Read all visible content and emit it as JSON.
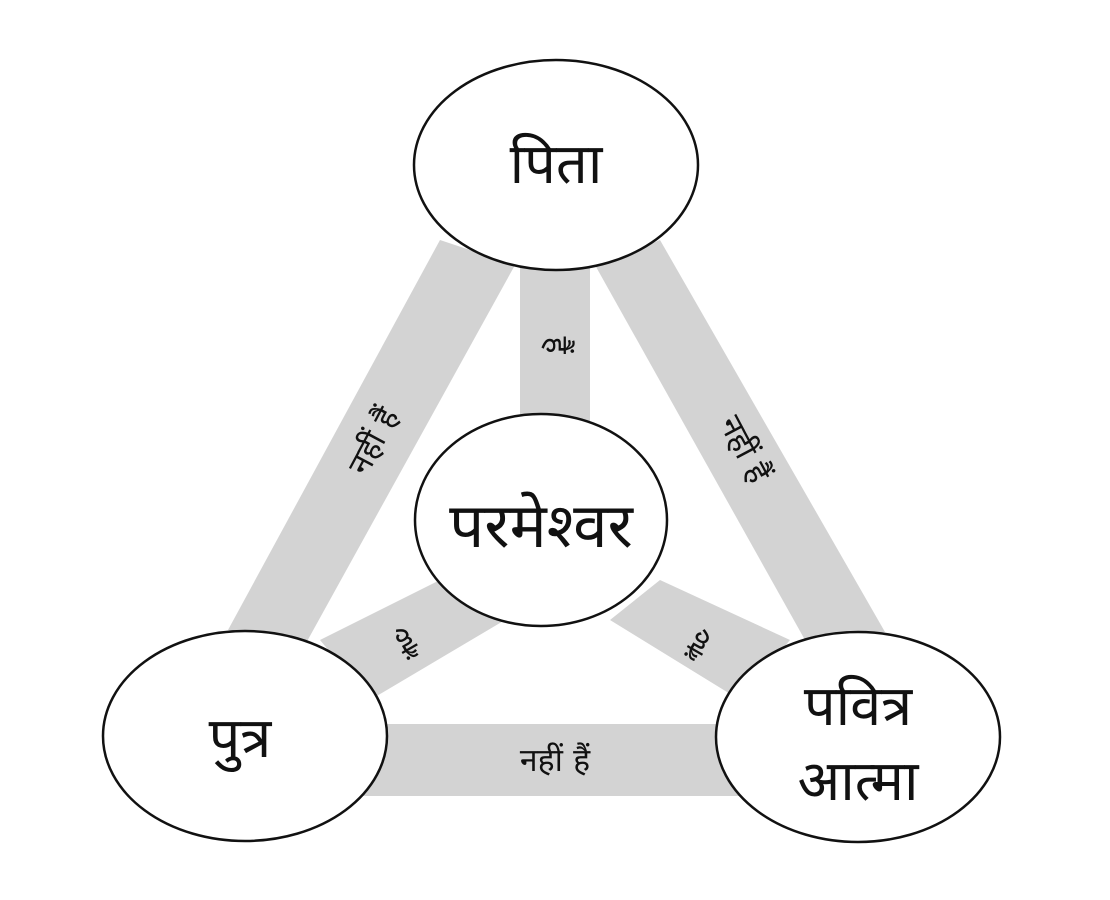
{
  "nodes": {
    "father": "पिता",
    "god": "परमेश्वर",
    "son": "पुत्र",
    "spirit_line1": "पवित्र",
    "spirit_line2": "आत्मा"
  },
  "relations": {
    "father_god": "हैं",
    "son_god": "हैं",
    "spirit_god": "हैं",
    "father_son": "नहीं हैं",
    "father_spirit": "नहीं हैं",
    "son_spirit": "नहीं हैं"
  },
  "colors": {
    "band": "#d3d3d3",
    "outline": "#111111"
  }
}
